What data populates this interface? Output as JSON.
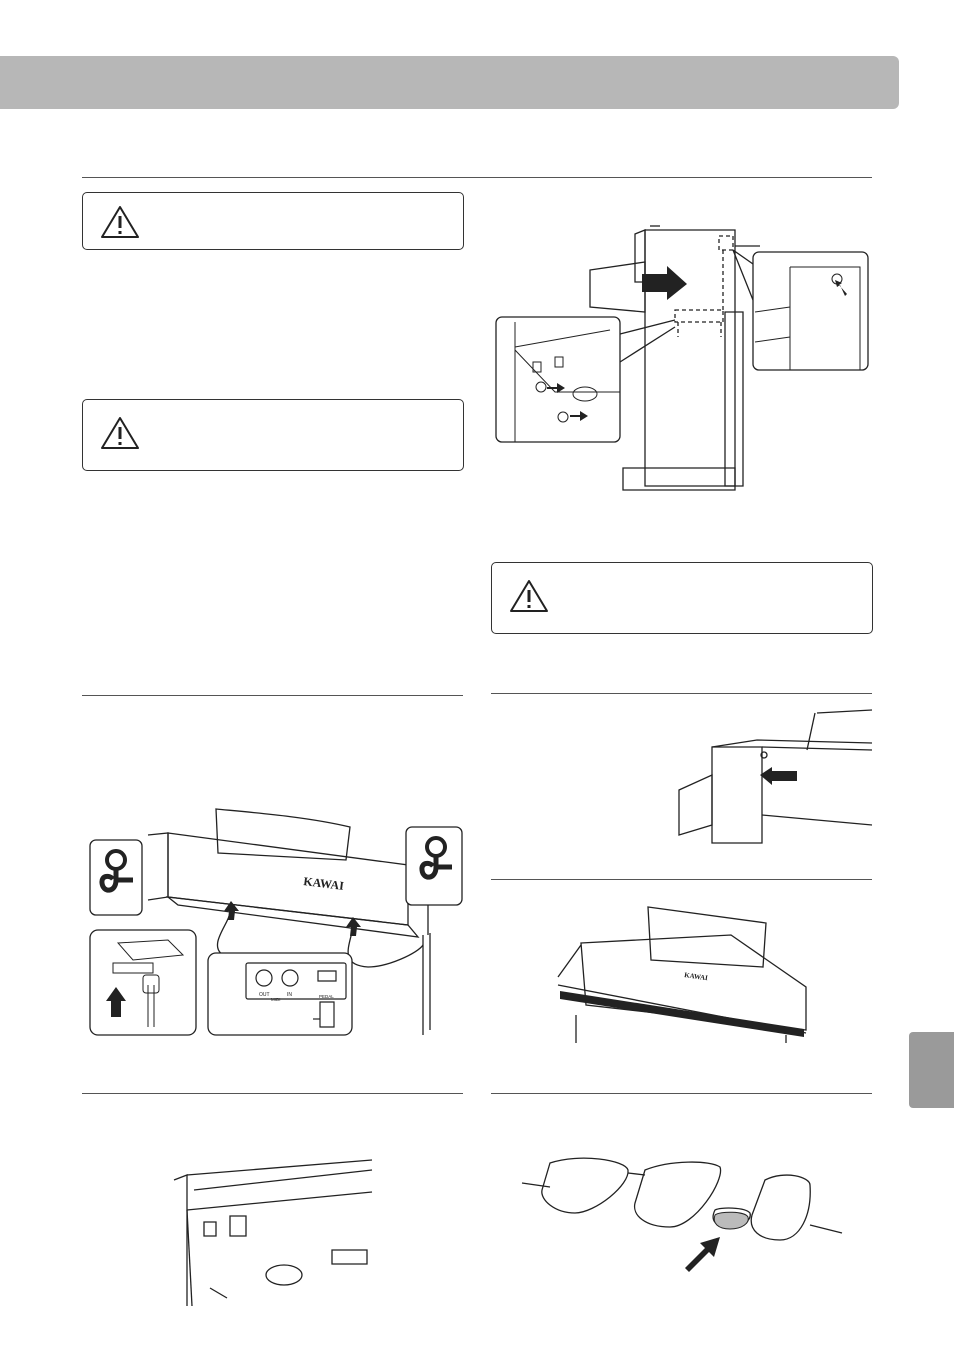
{
  "brand": {
    "logo_text": "KAWAI"
  },
  "connector_labels": {
    "out": "OUT",
    "in": "IN",
    "midi": "MIDI",
    "pedal": "PEDAL"
  },
  "icons": [
    "warning-triangle-icon",
    "arrow-icon",
    "thumb-screw-icon",
    "cable-clip-icon"
  ],
  "colors": {
    "header_bar": "#b7b7b7",
    "side_tab": "#9a9a9a",
    "line": "#222222"
  }
}
